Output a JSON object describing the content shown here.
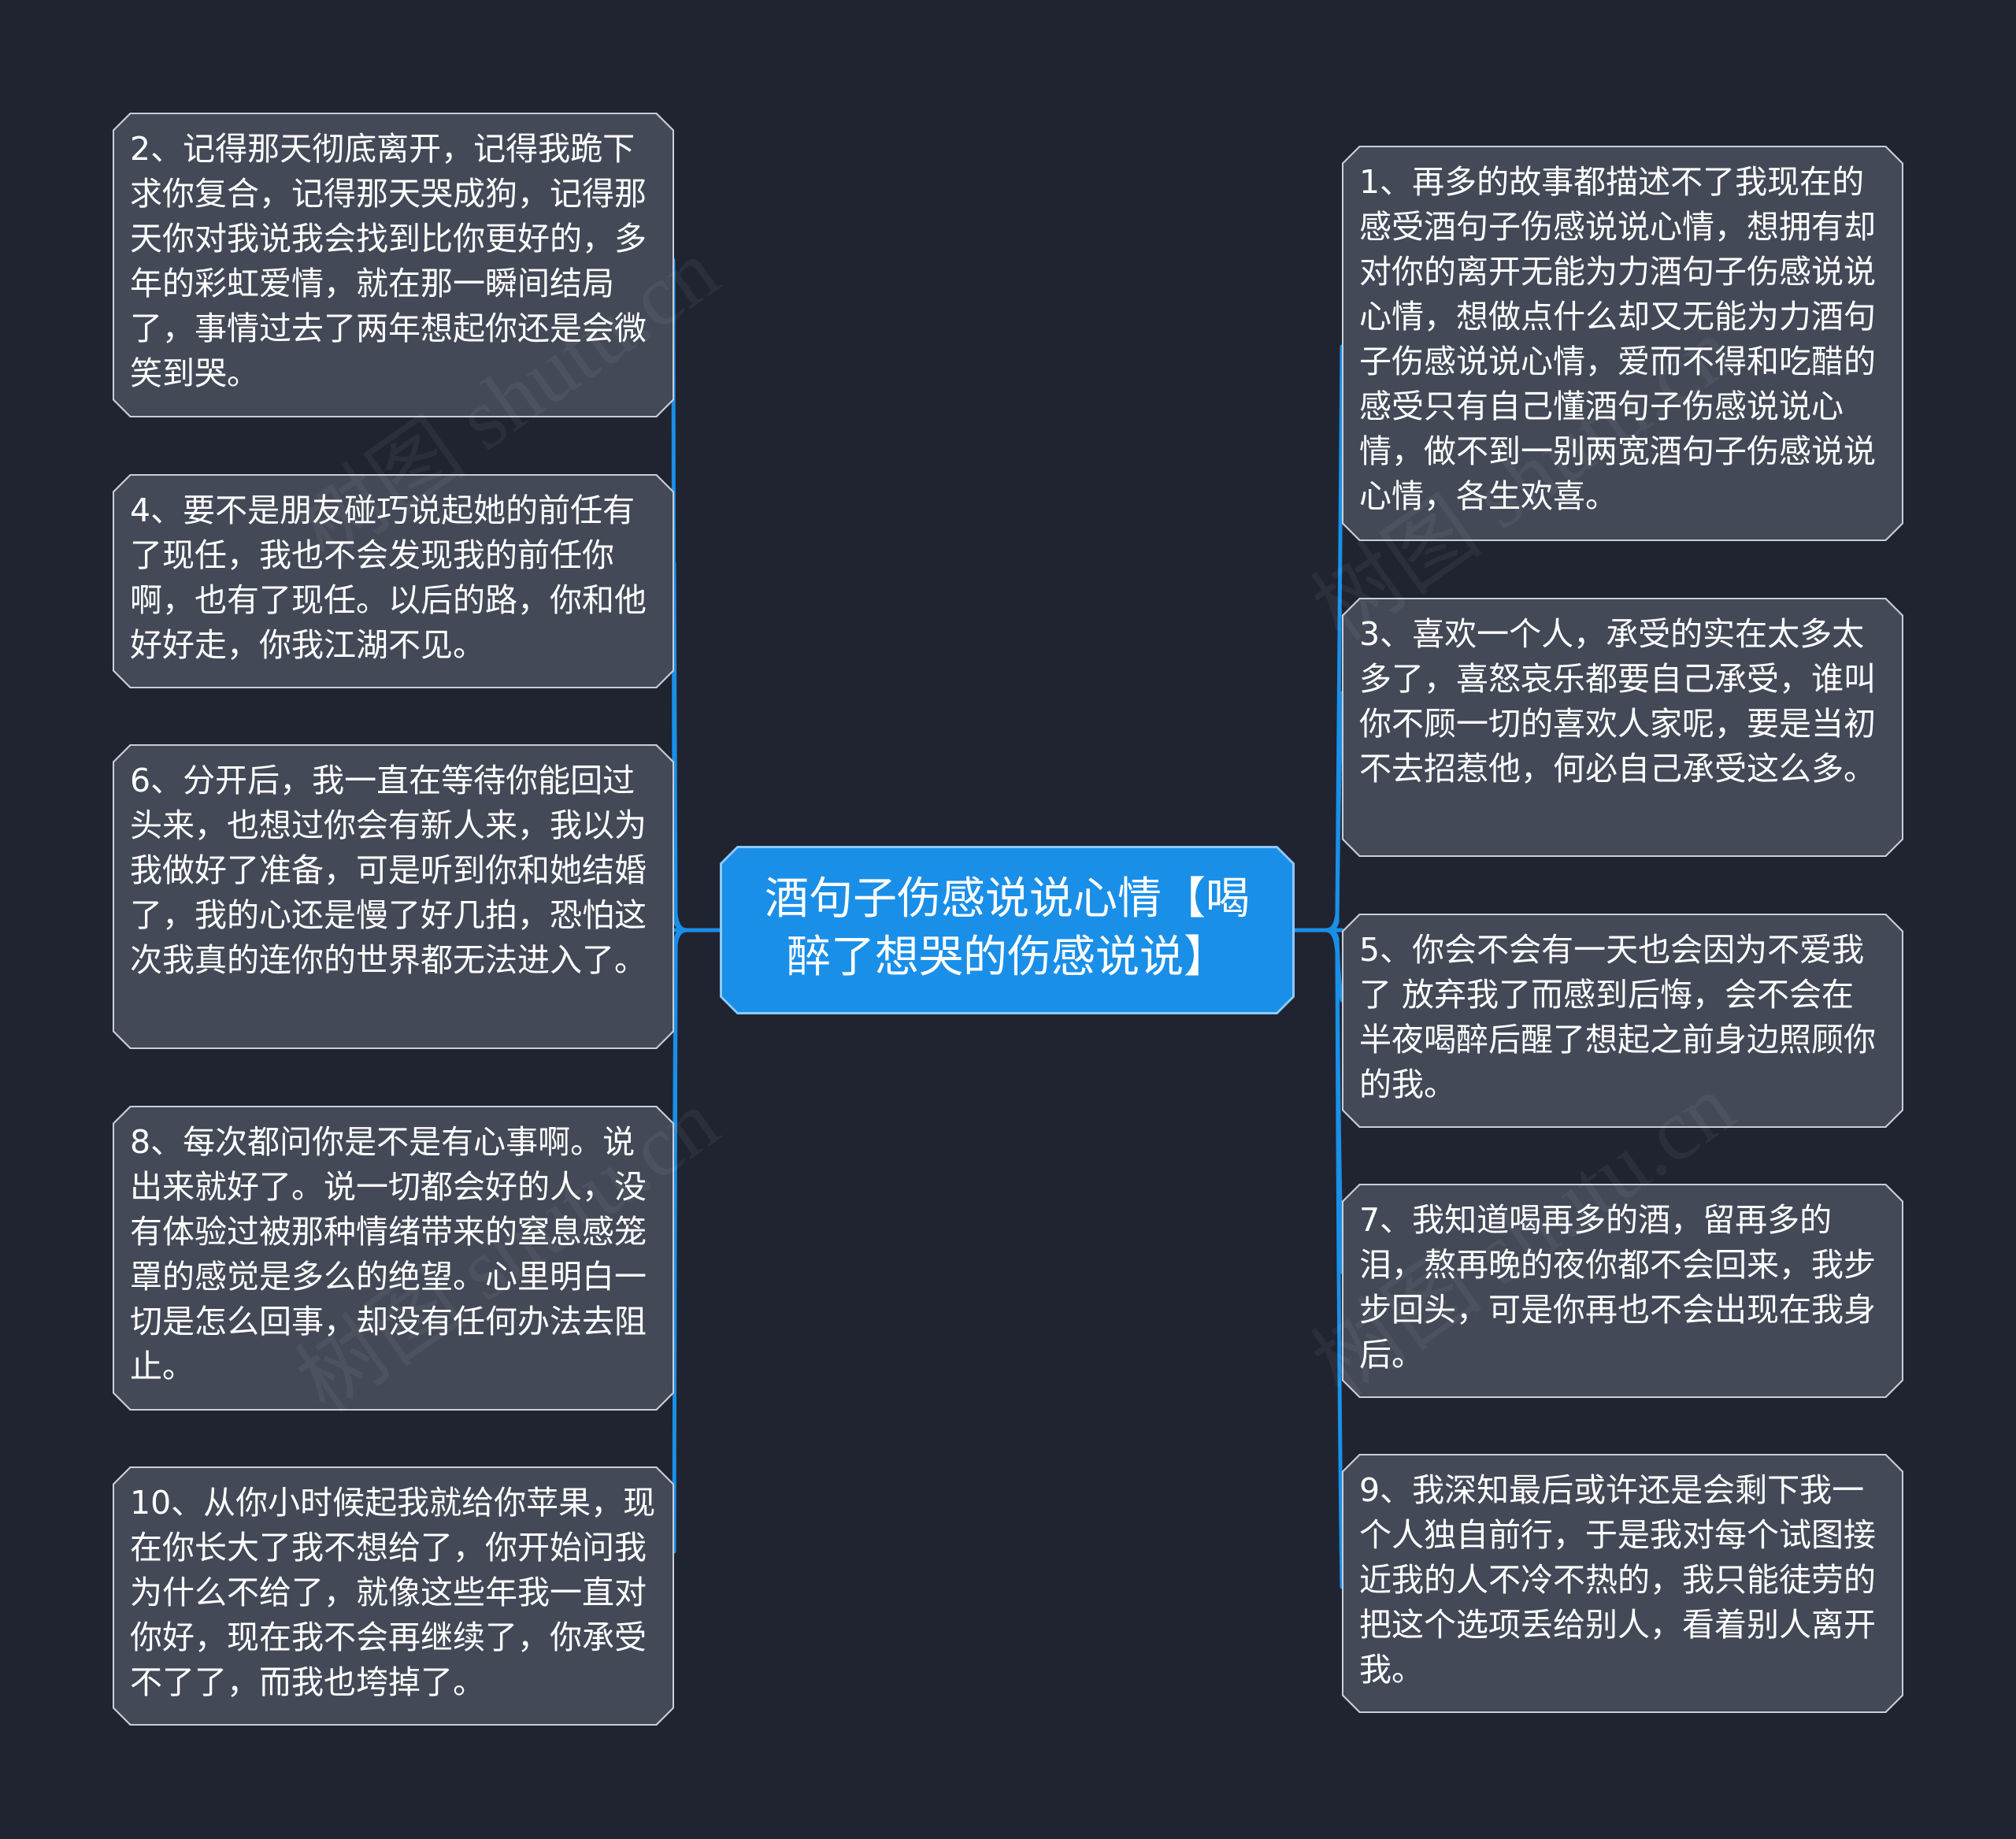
{
  "colors": {
    "background": "#202431",
    "node_fill": "#434957",
    "node_border": "#c9ced8",
    "center_fill": "#1a8fe8",
    "connector": "#1a8fe8",
    "text": "#ffffff"
  },
  "center": {
    "title": "酒句子伤感说说心情【喝醉了想哭的伤感说说】"
  },
  "left_nodes": [
    {
      "text": "2、记得那天彻底离开，记得我跪下求你复合，记得那天哭成狗，记得那天你对我说我会找到比你更好的，多年的彩虹爱情，就在那一瞬间结局了，事情过去了两年想起你还是会微笑到哭。"
    },
    {
      "text": "4、要不是朋友碰巧说起她的前任有了现任，我也不会发现我的前任你啊，也有了现任。以后的路，你和他好好走，你我江湖不见。"
    },
    {
      "text": "6、分开后，我一直在等待你能回过头来，也想过你会有新人来，我以为我做好了准备，可是听到你和她结婚了，我的心还是慢了好几拍，恐怕这次我真的连你的世界都无法进入了。"
    },
    {
      "text": "8、每次都问你是不是有心事啊。说出来就好了。说一切都会好的人，没有体验过被那种情绪带来的窒息感笼罩的感觉是多么的绝望。心里明白一切是怎么回事，却没有任何办法去阻止。"
    },
    {
      "text": "10、从你小时候起我就给你苹果，现在你长大了我不想给了，你开始问我为什么不给了，就像这些年我一直对你好，现在我不会再继续了，你承受不了了，而我也垮掉了。"
    }
  ],
  "right_nodes": [
    {
      "text": "1、再多的故事都描述不了我现在的感受酒句子伤感说说心情，想拥有却对你的离开无能为力酒句子伤感说说心情，想做点什么却又无能为力酒句子伤感说说心情，爱而不得和吃醋的感受只有自己懂酒句子伤感说说心情，做不到一别两宽酒句子伤感说说心情，各生欢喜。"
    },
    {
      "text": "3、喜欢一个人，承受的实在太多太多了，喜怒哀乐都要自己承受，谁叫你不顾一切的喜欢人家呢，要是当初不去招惹他，何必自己承受这么多。"
    },
    {
      "text": "5、你会不会有一天也会因为不爱我了 放弃我了而感到后悔，会不会在半夜喝醉后醒了想起之前身边照顾你的我。"
    },
    {
      "text": "7、我知道喝再多的酒，留再多的泪，熬再晚的夜你都不会回来，我步步回头，可是你再也不会出现在我身后。"
    },
    {
      "text": "9、我深知最后或许还是会剩下我一个人独自前行，于是我对每个试图接近我的人不冷不热的，我只能徒劳的把这个选项丢给别人，看着别人离开我。"
    }
  ],
  "watermark": "树图 shutu.cn"
}
